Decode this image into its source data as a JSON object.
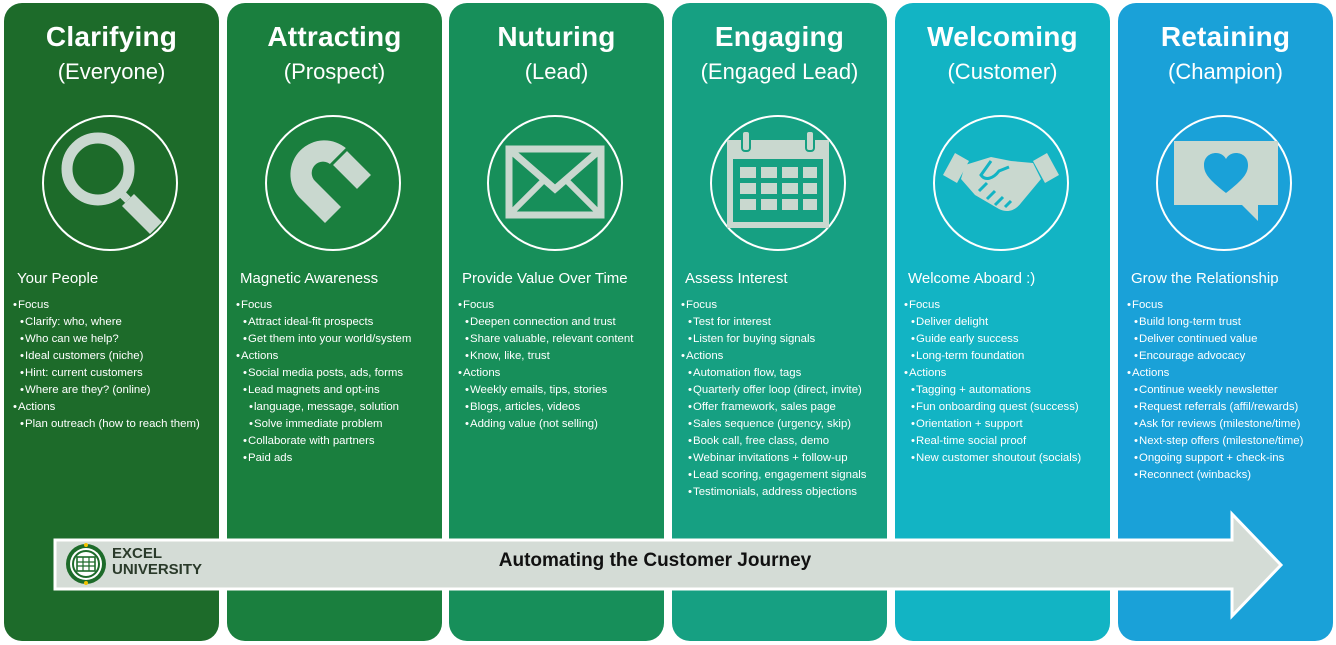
{
  "colors": {
    "columns": [
      "#1d6b2a",
      "#1a7f3e",
      "#178f5a",
      "#16a082",
      "#12b4c4",
      "#1aa1d8"
    ],
    "banner_fill": "#d4dcd6",
    "banner_stroke": "#ffffff",
    "icon_color": "#c9d8cf"
  },
  "columns": [
    {
      "title": "Clarifying",
      "subtitle": "(Everyone)",
      "icon": "magnifying-glass-icon",
      "heading": "Your People",
      "items": [
        {
          "level": 1,
          "text": "Focus"
        },
        {
          "level": 2,
          "text": "Clarify: who, where"
        },
        {
          "level": 2,
          "text": "Who can we help?"
        },
        {
          "level": 2,
          "text": "Ideal customers (niche)"
        },
        {
          "level": 2,
          "text": "Hint: current customers"
        },
        {
          "level": 2,
          "text": "Where are they? (online)"
        },
        {
          "level": 1,
          "text": "Actions"
        },
        {
          "level": 2,
          "text": "Plan outreach (how to reach them)"
        }
      ]
    },
    {
      "title": "Attracting",
      "subtitle": "(Prospect)",
      "icon": "magnet-icon",
      "heading": "Magnetic Awareness",
      "items": [
        {
          "level": 1,
          "text": "Focus"
        },
        {
          "level": 2,
          "text": "Attract ideal-fit prospects"
        },
        {
          "level": 2,
          "text": "Get them into your world/system"
        },
        {
          "level": 1,
          "text": "Actions"
        },
        {
          "level": 2,
          "text": "Social media posts, ads, forms"
        },
        {
          "level": 2,
          "text": "Lead magnets and opt-ins"
        },
        {
          "level": 3,
          "text": "language, message, solution"
        },
        {
          "level": 3,
          "text": "Solve immediate problem"
        },
        {
          "level": 2,
          "text": "Collaborate with partners"
        },
        {
          "level": 2,
          "text": "Paid ads"
        }
      ]
    },
    {
      "title": "Nuturing",
      "subtitle": "(Lead)",
      "icon": "envelope-icon",
      "heading": "Provide Value Over Time",
      "items": [
        {
          "level": 1,
          "text": "Focus"
        },
        {
          "level": 2,
          "text": "Deepen connection and trust"
        },
        {
          "level": 2,
          "text": "Share valuable, relevant content"
        },
        {
          "level": 2,
          "text": "Know, like, trust"
        },
        {
          "level": 1,
          "text": "Actions"
        },
        {
          "level": 2,
          "text": "Weekly emails, tips, stories"
        },
        {
          "level": 2,
          "text": "Blogs, articles, videos"
        },
        {
          "level": 2,
          "text": "Adding value (not selling)"
        }
      ]
    },
    {
      "title": "Engaging",
      "subtitle": "(Engaged Lead)",
      "icon": "calendar-icon",
      "heading": "Assess Interest",
      "items": [
        {
          "level": 1,
          "text": "Focus"
        },
        {
          "level": 2,
          "text": "Test for interest"
        },
        {
          "level": 2,
          "text": "Listen for buying signals"
        },
        {
          "level": 1,
          "text": "Actions"
        },
        {
          "level": 2,
          "text": "Automation flow, tags"
        },
        {
          "level": 2,
          "text": "Quarterly offer loop (direct, invite)"
        },
        {
          "level": 2,
          "text": "Offer framework, sales page"
        },
        {
          "level": 2,
          "text": "Sales sequence (urgency, skip)"
        },
        {
          "level": 2,
          "text": "Book call, free class, demo"
        },
        {
          "level": 2,
          "text": "Webinar invitations + follow-up"
        },
        {
          "level": 2,
          "text": "Lead scoring, engagement signals"
        },
        {
          "level": 2,
          "text": "Testimonials, address objections"
        }
      ]
    },
    {
      "title": "Welcoming",
      "subtitle": "(Customer)",
      "icon": "handshake-icon",
      "heading": "Welcome Aboard :)",
      "items": [
        {
          "level": 1,
          "text": "Focus"
        },
        {
          "level": 2,
          "text": "Deliver delight"
        },
        {
          "level": 2,
          "text": "Guide early success"
        },
        {
          "level": 2,
          "text": "Long-term foundation"
        },
        {
          "level": 1,
          "text": "Actions"
        },
        {
          "level": 2,
          "text": "Tagging + automations"
        },
        {
          "level": 2,
          "text": "Fun onboarding quest (success)"
        },
        {
          "level": 2,
          "text": "Orientation + support"
        },
        {
          "level": 2,
          "text": "Real-time social proof"
        },
        {
          "level": 2,
          "text": "New customer shoutout (socials)"
        }
      ]
    },
    {
      "title": "Retaining",
      "subtitle": "(Champion)",
      "icon": "heart-message-icon",
      "heading": "Grow the Relationship",
      "items": [
        {
          "level": 1,
          "text": "Focus"
        },
        {
          "level": 2,
          "text": "Build long-term trust"
        },
        {
          "level": 2,
          "text": "Deliver continued value"
        },
        {
          "level": 2,
          "text": "Encourage advocacy"
        },
        {
          "level": 1,
          "text": "Actions"
        },
        {
          "level": 2,
          "text": "Continue weekly newsletter"
        },
        {
          "level": 2,
          "text": "Request referrals (affil/rewards)"
        },
        {
          "level": 2,
          "text": "Ask for reviews (milestone/time)"
        },
        {
          "level": 2,
          "text": "Next-step offers (milestone/time)"
        },
        {
          "level": 2,
          "text": "Ongoing support + check-ins"
        },
        {
          "level": 2,
          "text": "Reconnect (winbacks)"
        }
      ]
    }
  ],
  "banner": {
    "title": "Automating the Customer Journey",
    "logo_line1": "EXCEL",
    "logo_line2": "UNIVERSITY",
    "logo_icon": "excel-university-logo-icon"
  }
}
